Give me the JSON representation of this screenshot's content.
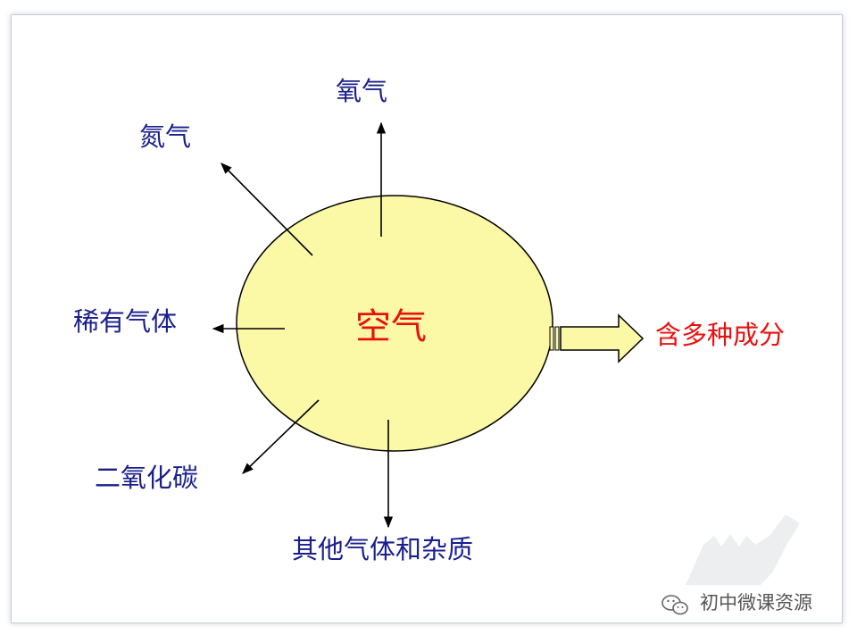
{
  "diagram": {
    "center": "空气",
    "components": [
      "氮气",
      "氧气",
      "稀有气体",
      "二氧化碳",
      "其他气体和杂质"
    ],
    "summary": "含多种成分"
  },
  "colors": {
    "ellipse_fill": "#fbf8a6",
    "component_text": "#1a1f8c",
    "highlight_text": "#e8110f"
  },
  "watermark": {
    "text": "初中微课资源",
    "icon": "wechat-icon"
  }
}
